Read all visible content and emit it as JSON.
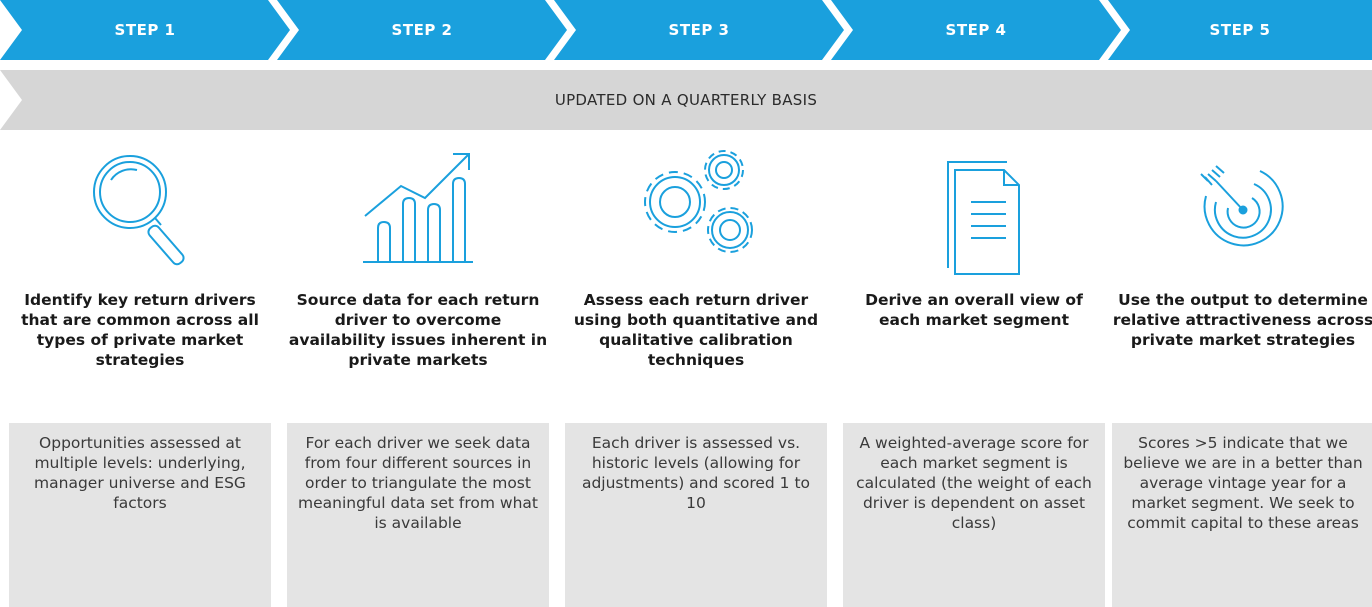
{
  "steps": [
    {
      "label": "STEP 1"
    },
    {
      "label": "STEP 2"
    },
    {
      "label": "STEP 3"
    },
    {
      "label": "STEP 4"
    },
    {
      "label": "STEP 5"
    }
  ],
  "banner": {
    "label": "UPDATED ON A QUARTERLY BASIS"
  },
  "columns": [
    {
      "icon": "magnifying-glass-icon",
      "heading": "Identify key return drivers that are common across all types of private market strategies",
      "description": "Opportunities assessed at multiple levels: underlying, manager universe and ESG factors"
    },
    {
      "icon": "bar-chart-rising-arrow-icon",
      "heading": "Source data for each return driver to overcome availability issues inherent in private markets",
      "description": "For each driver we seek data from four different sources in order to triangulate the most meaningful data set from what is available"
    },
    {
      "icon": "gears-icon",
      "heading": "Assess each return driver using both quantitative and qualitative calibration techniques",
      "description": "Each driver is assessed vs. historic levels (allowing for adjustments) and scored 1 to 10"
    },
    {
      "icon": "document-icon",
      "heading": "Derive an overall view of each market segment",
      "description": "A weighted-average score for each market segment is calculated (the weight of each driver is dependent on asset class)"
    },
    {
      "icon": "target-arrow-icon",
      "heading": "Use the output to determine relative attractiveness across private market strategies",
      "description": "Scores >5 indicate that we believe we are in a better than average vintage year for a market segment. We seek to commit capital to these areas"
    }
  ],
  "colors": {
    "step_blue": "#1aa0dd",
    "banner_grey": "#d6d6d6",
    "desc_grey": "#e4e4e4",
    "icon_blue": "#1aa0dd"
  }
}
